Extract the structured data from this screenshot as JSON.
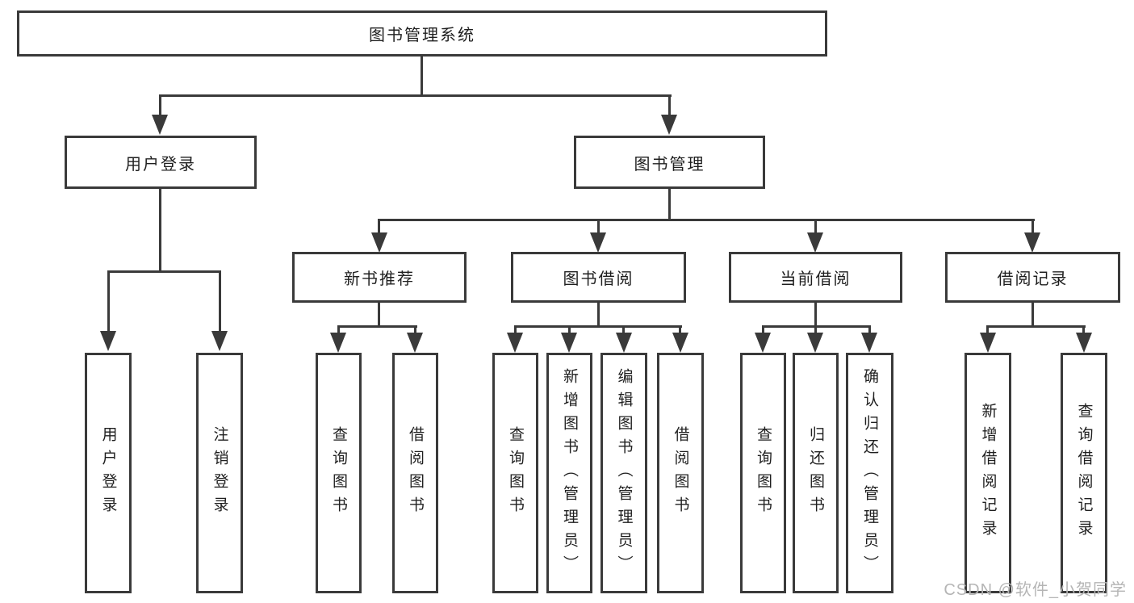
{
  "diagram": {
    "root": "图书管理系统",
    "user_login": {
      "label": "用户登录",
      "children": [
        "用户登录",
        "注销登录"
      ]
    },
    "book_mgmt": {
      "label": "图书管理",
      "groups": [
        {
          "label": "新书推荐",
          "children": [
            "查询图书",
            "借阅图书"
          ]
        },
        {
          "label": "图书借阅",
          "children": [
            "查询图书",
            "新增图书（管理员）",
            "编辑图书（管理员）",
            "借阅图书"
          ]
        },
        {
          "label": "当前借阅",
          "children": [
            "查询图书",
            "归还图书",
            "确认归还（管理员）"
          ]
        },
        {
          "label": "借阅记录",
          "children": [
            "新增借阅记录",
            "查询借阅记录"
          ]
        }
      ]
    }
  },
  "watermark": "CSDN @软件_小贺同学",
  "colors": {
    "line": "#3a3a3a",
    "text": "#1f1f1f",
    "watermark": "#b5b5b5",
    "background": "#ffffff"
  }
}
